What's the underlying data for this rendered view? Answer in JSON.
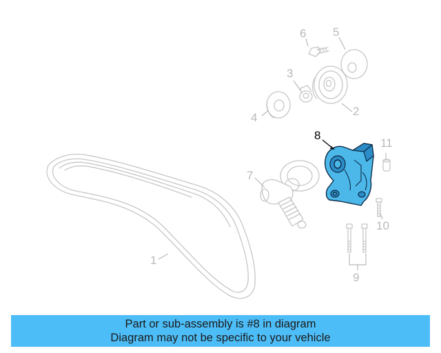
{
  "callouts": {
    "c1": "1",
    "c2": "2",
    "c3": "3",
    "c4": "4",
    "c5": "5",
    "c6": "6",
    "c7": "7",
    "c8": "8",
    "c9": "9",
    "c10": "10",
    "c11": "11"
  },
  "caption": {
    "line1": "Part or sub-assembly is #8 in diagram",
    "line2": "Diagram may not be specific to your vehicle"
  },
  "colors": {
    "highlight": "#4cb8ea",
    "caption_background": "#4dbdf7",
    "ghost_lines": "#c6c6c6"
  }
}
